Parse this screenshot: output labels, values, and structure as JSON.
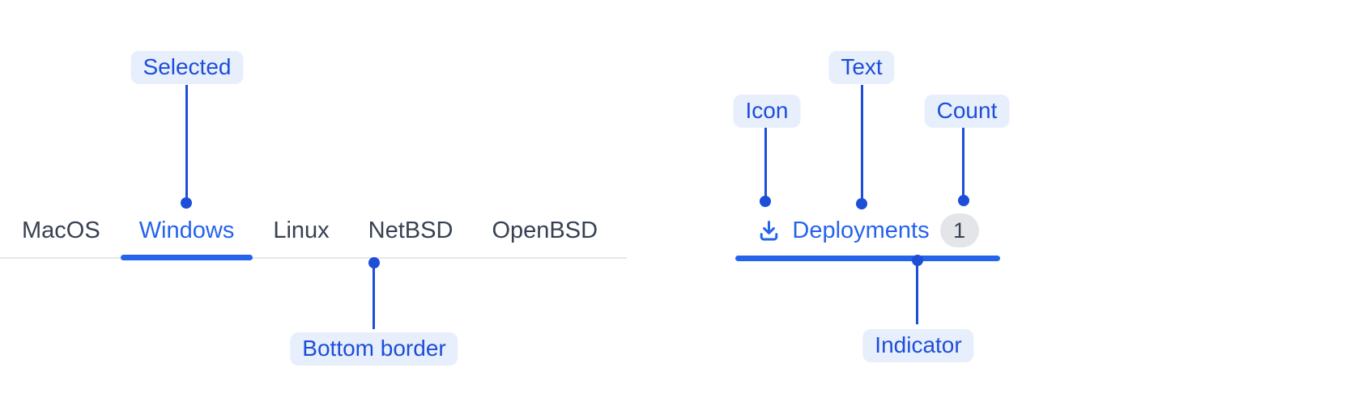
{
  "colors": {
    "accent_blue": "#2563eb",
    "annotation_blue": "#1d4ed8",
    "annotation_pill_bg": "#e8effc",
    "border_gray": "#e5e7eb",
    "badge_bg": "#e4e5e8",
    "tab_text_gray": "#374151"
  },
  "os_tabbar": {
    "tabs": [
      {
        "label": "MacOS",
        "selected": false
      },
      {
        "label": "Windows",
        "selected": true
      },
      {
        "label": "Linux",
        "selected": false
      },
      {
        "label": "NetBSD",
        "selected": false
      },
      {
        "label": "OpenBSD",
        "selected": false
      }
    ]
  },
  "deployments_tab": {
    "icon": "download-icon",
    "label": "Deployments",
    "count": "1",
    "selected": true
  },
  "annotations": {
    "selected": "Selected",
    "bottom_border": "Bottom border",
    "icon": "Icon",
    "text": "Text",
    "count": "Count",
    "indicator": "Indicator"
  }
}
